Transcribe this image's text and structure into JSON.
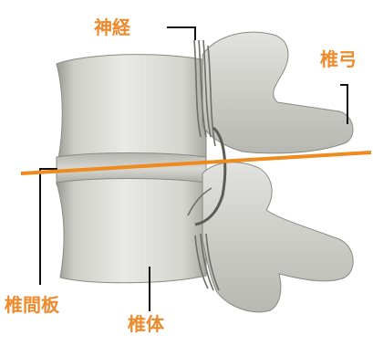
{
  "colors": {
    "label": "#ec8a2c",
    "leader_line": "#111111",
    "axis_line": "#ef8a1f",
    "bone_light": "#e6e6e2",
    "bone_mid": "#c9c9c4",
    "bone_dark": "#8e8e88",
    "background": "#ffffff"
  },
  "labels": {
    "nerve": "神経",
    "vertebral_arch": "椎弓",
    "intervertebral_disc": "椎間板",
    "vertebral_body": "椎体"
  }
}
